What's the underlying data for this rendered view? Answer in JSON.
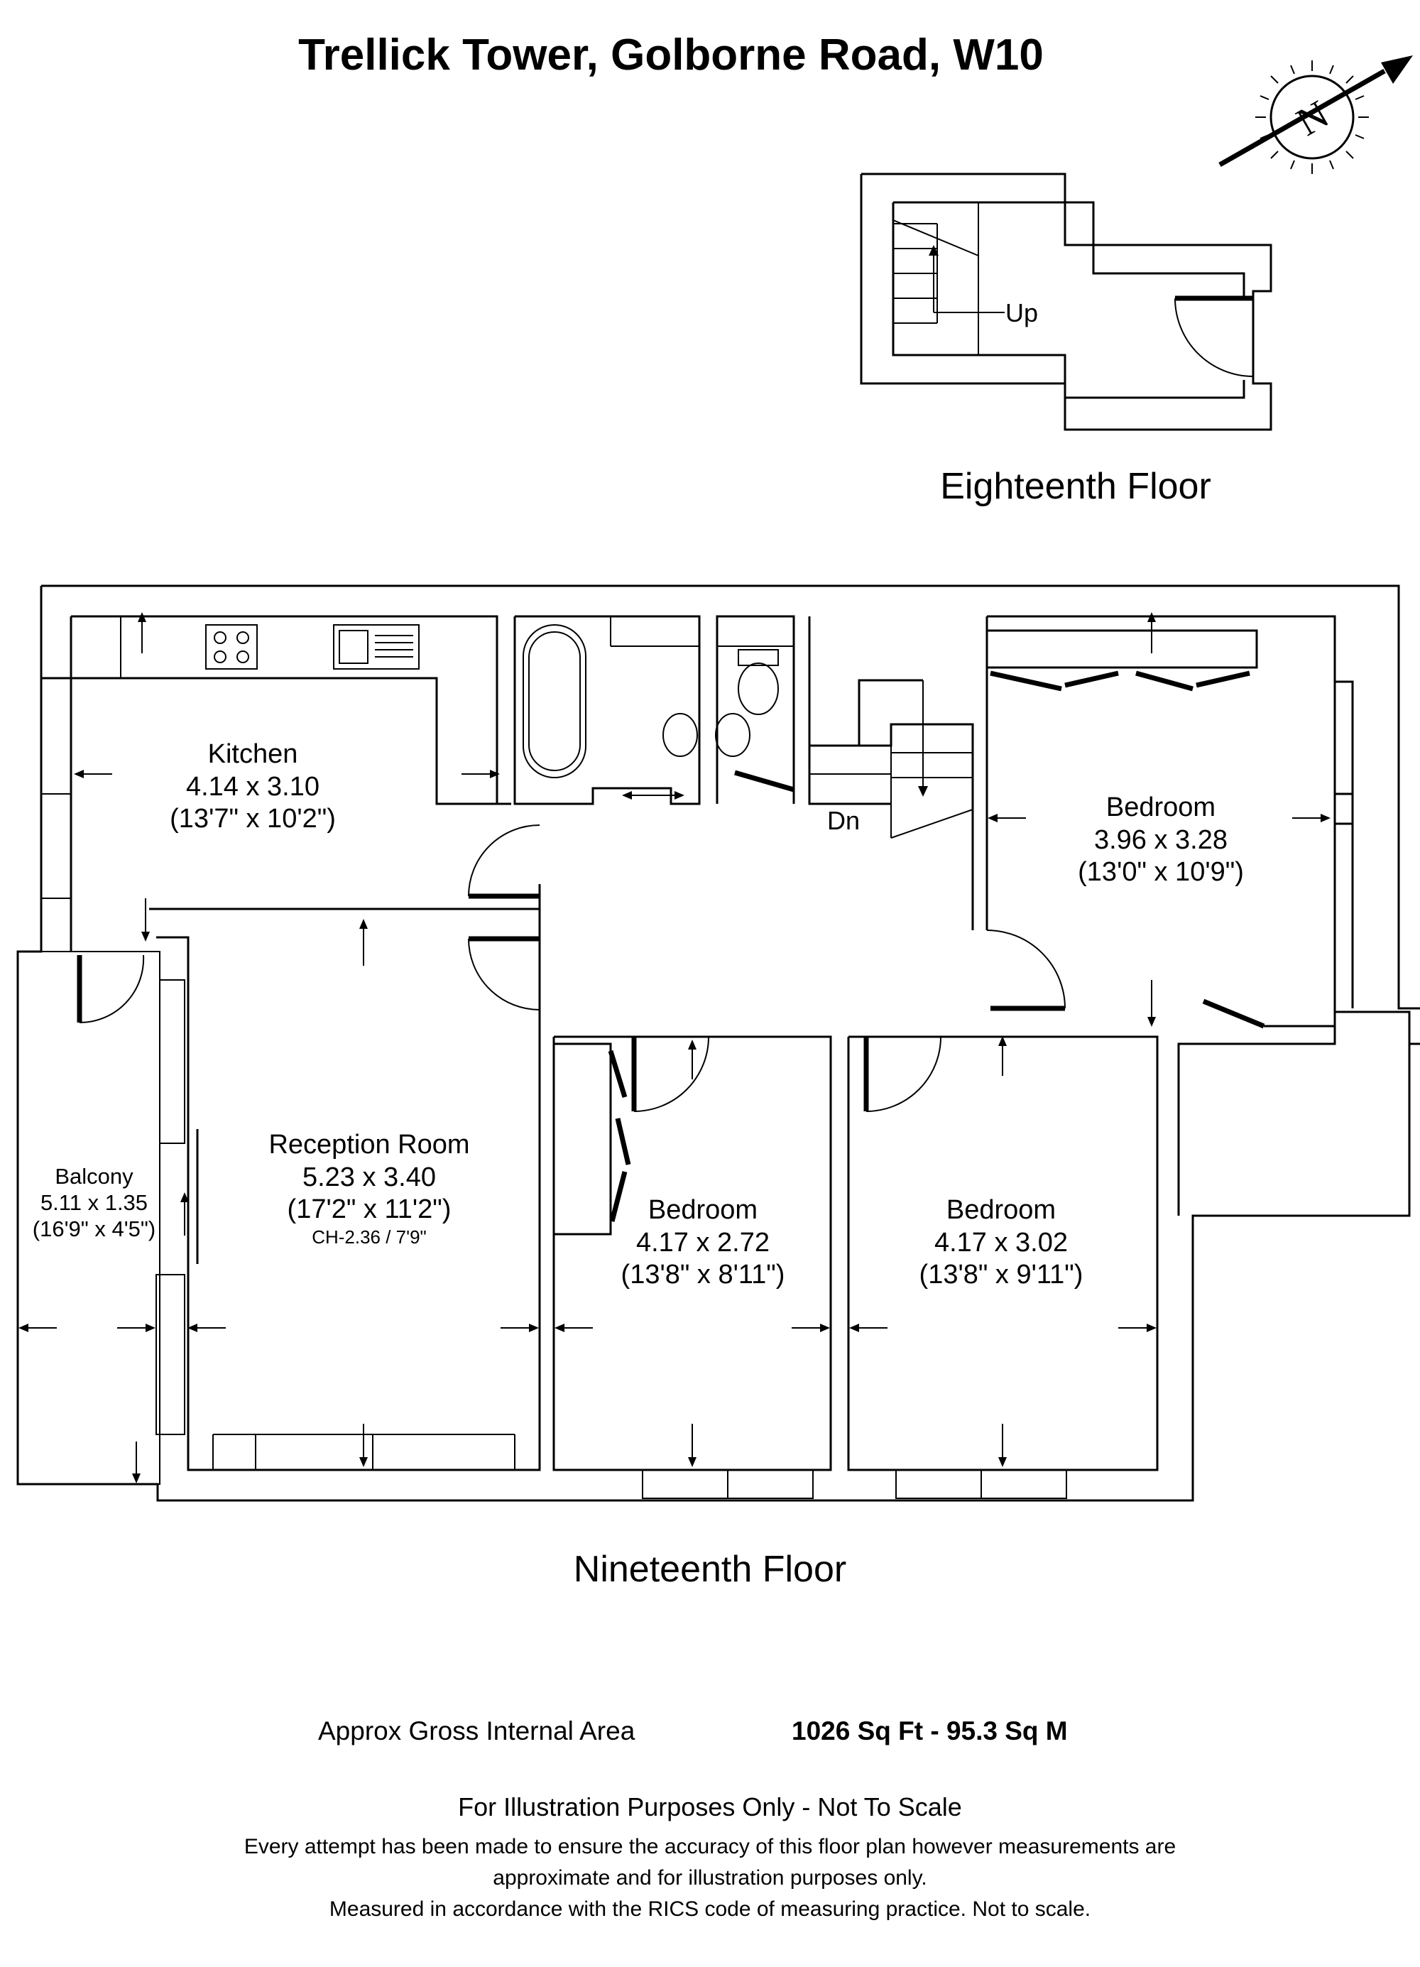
{
  "title": "Trellick Tower, Golborne Road, W10",
  "compass": {
    "icon": "north-compass-icon",
    "letter": "N"
  },
  "eighteenth_floor": {
    "label": "Eighteenth Floor",
    "stair_label": "Up"
  },
  "nineteenth_floor": {
    "label": "Nineteenth Floor",
    "stair_label": "Dn",
    "rooms": {
      "kitchen": {
        "name": "Kitchen",
        "metric": "4.14 x 3.10",
        "imperial": "(13'7\" x 10'2\")"
      },
      "bedroom_1": {
        "name": "Bedroom",
        "metric": "3.96 x 3.28",
        "imperial": "(13'0\" x 10'9\")"
      },
      "reception": {
        "name": "Reception Room",
        "metric": "5.23 x 3.40",
        "imperial": "(17'2\" x 11'2\")",
        "ceiling": "CH-2.36 / 7'9\""
      },
      "balcony": {
        "name": "Balcony",
        "metric": "5.11 x 1.35",
        "imperial": "(16'9\" x 4'5\")"
      },
      "bedroom_2": {
        "name": "Bedroom",
        "metric": "4.17 x 2.72",
        "imperial": "(13'8\" x 8'11\")"
      },
      "bedroom_3": {
        "name": "Bedroom",
        "metric": "4.17 x 3.02",
        "imperial": "(13'8\" x 9'11\")"
      }
    }
  },
  "area": {
    "label": "Approx Gross Internal Area",
    "value": "1026 Sq Ft - 95.3 Sq M"
  },
  "disclaimer": {
    "heading": "For Illustration Purposes Only - Not To Scale",
    "line1": "Every attempt has been made to ensure the accuracy of this floor plan however measurements are",
    "line2": "approximate and for illustration purposes only.",
    "line3": "Measured in accordance with the RICS code of measuring practice. Not to scale."
  }
}
